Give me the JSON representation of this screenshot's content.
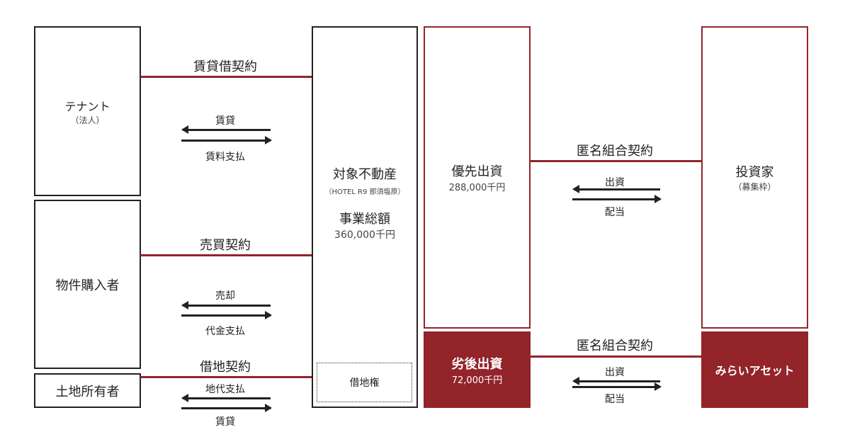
{
  "colors": {
    "accent": "#92242a"
  },
  "boxes": {
    "tenant": {
      "title": "テナント",
      "sub": "（法人）"
    },
    "buyer": {
      "title": "物件購入者"
    },
    "landowner": {
      "title": "土地所有者"
    },
    "property": {
      "title": "対象不動産",
      "sub": "（HOTEL R9 那須塩原）",
      "total_label": "事業総額",
      "total_value": "360,000千円",
      "leasehold": "借地権"
    },
    "senior": {
      "title": "優先出資",
      "value": "288,000千円"
    },
    "junior": {
      "title": "劣後出資",
      "value": "72,000千円"
    },
    "investor": {
      "title": "投資家",
      "sub": "（募集枠）"
    },
    "mirai": {
      "title": "みらいアセット"
    }
  },
  "contracts": {
    "lease": {
      "label": "賃貸借契約",
      "top": "賃貸",
      "bottom": "賃料支払"
    },
    "sale": {
      "label": "売買契約",
      "top": "売却",
      "bottom": "代金支払"
    },
    "land": {
      "label": "借地契約",
      "top": "地代支払",
      "bottom": "賃貸"
    },
    "tk_senior": {
      "label": "匿名組合契約",
      "top": "出資",
      "bottom": "配当"
    },
    "tk_junior": {
      "label": "匿名組合契約",
      "top": "出資",
      "bottom": "配当"
    }
  }
}
